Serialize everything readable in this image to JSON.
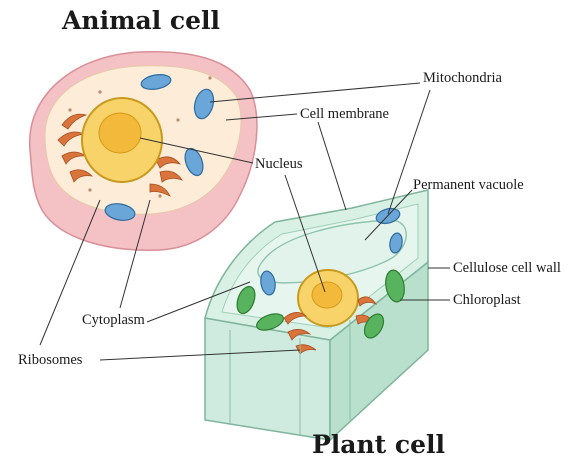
{
  "titles": {
    "animal": "Animal cell",
    "plant": "Plant cell"
  },
  "labels": {
    "mitochondria": "Mitochondria",
    "cell_membrane": "Cell membrane",
    "nucleus": "Nucleus",
    "permanent_vacuole": "Permanent vacuole",
    "cellulose_cell_wall": "Cellulose cell wall",
    "chloroplast": "Chloroplast",
    "cytoplasm": "Cytoplasm",
    "ribosomes": "Ribosomes"
  },
  "colors": {
    "animal_membrane": "#f2b8bd",
    "animal_cytoplasm": "#fbe9d2",
    "nucleus": "#f5c542",
    "golgi_er": "#d9743b",
    "mitochondria": "#5b9bd5",
    "cell_wall": "#bfe6d4",
    "vacuole": "#d8efe6",
    "chloroplast": "#4caf50"
  }
}
